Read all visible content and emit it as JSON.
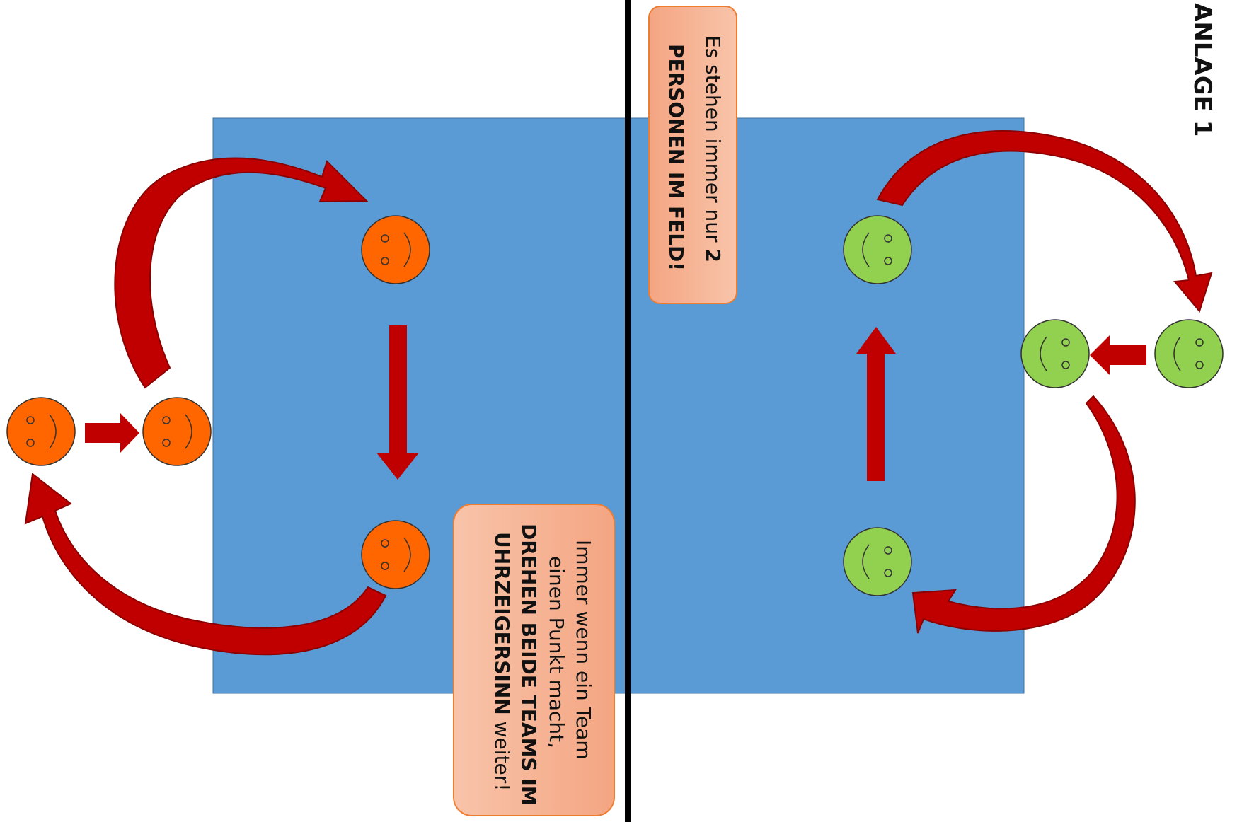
{
  "title": "ANLAGE 1",
  "note_top": {
    "prefix": "Es stehen immer nur ",
    "bold_number": "2",
    "bold_line2": "PERSONEN IM FELD!"
  },
  "note_bottom": {
    "line1": "Immer wenn ein Team",
    "line2": "einen Punkt macht,",
    "bold_line3": "DREHEN BEIDE TEAMS IM",
    "bold_line4": "UHRZEIGERSINN",
    "line4_suffix": " weiter!"
  },
  "colors": {
    "field": "#5b9bd5",
    "net": "#000000",
    "team_left": "#ff6600",
    "team_right": "#92d050",
    "arrow": "#c00000",
    "arrow_dark": "#8b0000",
    "note_fill_light": "#f8c4aa",
    "note_fill_dark": "#f4a582",
    "note_border": "#ed7d31"
  },
  "icons": [
    "smiley-face-icon",
    "curved-arrow-icon",
    "straight-arrow-icon"
  ]
}
